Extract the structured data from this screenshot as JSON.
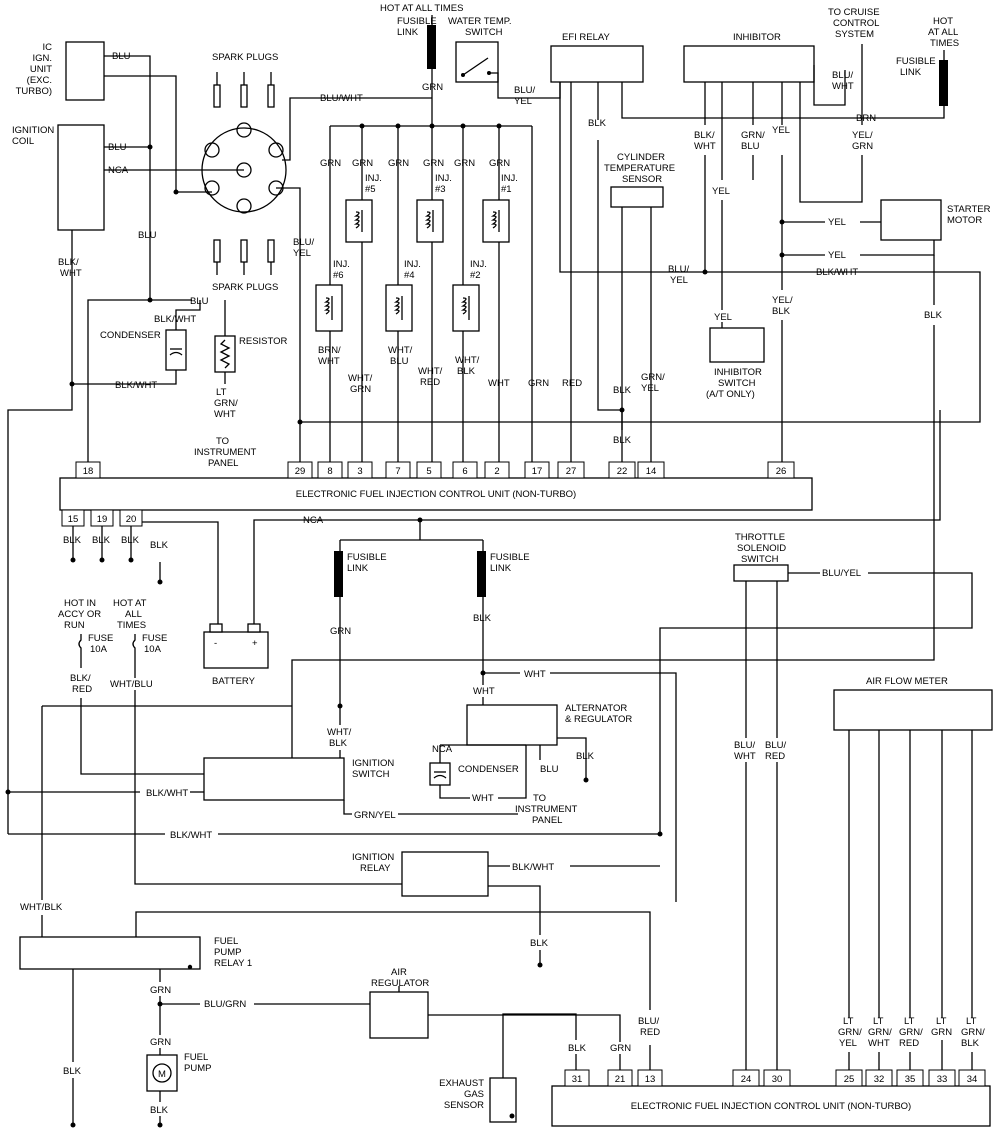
{
  "components": {
    "ic_unit": [
      "IC",
      "IGN.",
      "UNIT",
      "(EXC.",
      "TURBO)"
    ],
    "ignition_coil": [
      "IGNITION",
      "COIL"
    ],
    "spark_plugs": "SPARK PLUGS",
    "hot_at_all_times_top": "HOT AT ALL TIMES",
    "fusible_link": [
      "FUSIBLE",
      "LINK"
    ],
    "water_temp_switch": [
      "WATER TEMP.",
      "SWITCH"
    ],
    "efi_relay": "EFI RELAY",
    "inhibitor": "INHIBITOR",
    "cruise_control": [
      "TO CRUISE",
      "CONTROL",
      "SYSTEM"
    ],
    "hot_at_all_times_right": [
      "HOT",
      "AT ALL",
      "TIMES"
    ],
    "cylinder_temp_sensor": [
      "CYLINDER",
      "TEMPERATURE",
      "SENSOR"
    ],
    "starter_motor": [
      "STARTER",
      "MOTOR"
    ],
    "inhibitor_switch": [
      "INHIBITOR",
      "SWITCH",
      "(A/T ONLY)"
    ],
    "condenser": "CONDENSER",
    "resistor": "RESISTOR",
    "to_instrument_panel": [
      "TO",
      "INSTRUMENT",
      "PANEL"
    ],
    "ecu": "ELECTRONIC FUEL INJECTION CONTROL UNIT (NON-TURBO)",
    "throttle_solenoid": [
      "THROTTLE",
      "SOLENOID",
      "SWITCH"
    ],
    "hot_in_accy": [
      "HOT IN",
      "ACCY OR",
      "RUN"
    ],
    "hot_at_all_times_fuse": [
      "HOT AT",
      "ALL",
      "TIMES"
    ],
    "fuse": [
      "FUSE",
      "10A"
    ],
    "battery": "BATTERY",
    "battery_minus": "-",
    "battery_plus": "+",
    "alternator": [
      "ALTERNATOR",
      "& REGULATOR"
    ],
    "air_flow_meter": "AIR FLOW METER",
    "ignition_switch": [
      "IGNITION",
      "SWITCH"
    ],
    "ignition_relay": [
      "IGNITION",
      "RELAY"
    ],
    "fuel_pump_relay": [
      "FUEL",
      "PUMP",
      "RELAY 1"
    ],
    "air_regulator": [
      "AIR",
      "REGULATOR"
    ],
    "fuel_pump": [
      "FUEL",
      "PUMP"
    ],
    "motor_symbol": "M",
    "exhaust_gas_sensor": [
      "EXHAUST",
      "GAS",
      "SENSOR"
    ],
    "injectors": [
      "INJ.",
      "#1",
      "#2",
      "#3",
      "#4",
      "#5",
      "#6"
    ]
  },
  "wire_colors": {
    "blu": "BLU",
    "nca": "NCA",
    "blk_wht": [
      "BLK/",
      "WHT"
    ],
    "blk_wht_inline": "BLK/WHT",
    "blu_wht": "BLU/WHT",
    "grn": "GRN",
    "blu_yel": [
      "BLU/",
      "YEL"
    ],
    "blu_yel_inline": "BLU/YEL",
    "blk": "BLK",
    "brn": "BRN",
    "blu_wht_stack": [
      "BLU/",
      "WHT"
    ],
    "grn_blu": [
      "GRN/",
      "BLU"
    ],
    "yel": "YEL",
    "yel_grn": [
      "YEL/",
      "GRN"
    ],
    "yel_blk": [
      "YEL/",
      "BLK"
    ],
    "brn_wht": [
      "BRN/",
      "WHT"
    ],
    "wht_blu": [
      "WHT/",
      "BLU"
    ],
    "wht_blk": [
      "WHT/",
      "BLK"
    ],
    "wht_grn": [
      "WHT/",
      "GRN"
    ],
    "wht_red": [
      "WHT/",
      "RED"
    ],
    "wht": "WHT",
    "red": "RED",
    "grn_yel": [
      "GRN/",
      "YEL"
    ],
    "lt_grn_wht": [
      "LT",
      "GRN/",
      "WHT"
    ],
    "blk_red": [
      "BLK/",
      "RED"
    ],
    "wht_blu_inline": "WHT/BLU",
    "wht_blk_stack": [
      "WHT/",
      "BLK"
    ],
    "grn_yel_inline": "GRN/YEL",
    "blu_red": [
      "BLU/",
      "RED"
    ],
    "wht_blk_inline": "WHT/BLK",
    "blu_grn": "BLU/GRN",
    "blu_red_stack": [
      "BLU/",
      "RED"
    ],
    "lt_grn_yel": [
      "LT",
      "GRN/",
      "YEL"
    ],
    "lt_grn_wht2": [
      "LT",
      "GRN/",
      "WHT"
    ],
    "lt_grn_red": [
      "LT",
      "GRN/",
      "RED"
    ],
    "lt_grn": [
      "LT",
      "GRN"
    ],
    "lt_grn_blk": [
      "LT",
      "GRN/",
      "BLK"
    ]
  },
  "ecu_pins_top": [
    "18",
    "29",
    "8",
    "3",
    "7",
    "5",
    "6",
    "2",
    "17",
    "27",
    "22",
    "14",
    "26"
  ],
  "ecu_pins_left": [
    "15",
    "19",
    "20"
  ],
  "ecu_pins_bottom": [
    "31",
    "21",
    "13",
    "24",
    "30",
    "25",
    "32",
    "35",
    "33",
    "34"
  ]
}
